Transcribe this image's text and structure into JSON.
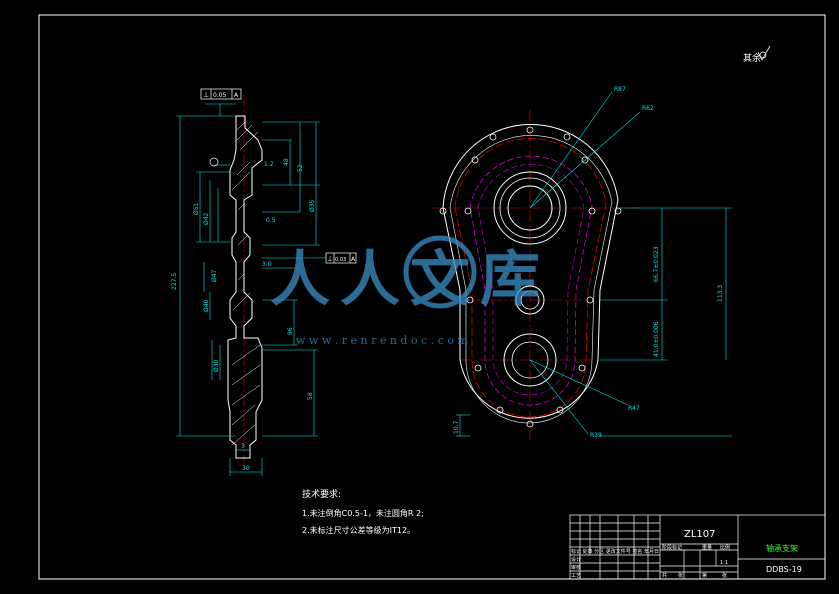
{
  "colors": {
    "background": "#000000",
    "frame": "#ffffff",
    "dimension": "#00e5e5",
    "centerline": "#e00000",
    "hidden_line": "#d000d0",
    "text_green": "#33ff33",
    "watermark": "#3a8fc8"
  },
  "roughness_corner": "其余",
  "side_view": {
    "tolerance_top": {
      "symbol": "⊥",
      "value": "0.05",
      "datum": "A"
    },
    "tolerance_mid": {
      "symbol": "⊥",
      "value": "0.03",
      "datum": "A"
    },
    "dims": {
      "overall_height": "227.5",
      "width_bottom": "30",
      "d1": "48",
      "d2": "52",
      "phi51": "Ø51",
      "phi47": "Ø47",
      "phi42": "Ø42",
      "phi40": "Ø40",
      "phi35": "Ø35",
      "phi30": "Ø30",
      "h96": "96",
      "s30": "3.0",
      "r05": "0.5",
      "r12": "1.2",
      "bottom_small": "3",
      "side_left": "58"
    }
  },
  "front_view": {
    "labels": {
      "r87": "R87",
      "r62": "R62",
      "r47": "R47",
      "r39": "R39"
    },
    "dims": {
      "v1": "66.7±0.023",
      "v2": "41.0±0.006",
      "overall": "113.3",
      "bottom": "10.7"
    }
  },
  "notes": {
    "title": "技术要求:",
    "items": [
      "1.未注倒角C0.5-1，未注圆角R 2;",
      "2.未标注尺寸公差等级为IT12。"
    ]
  },
  "title_block": {
    "project": "ZL107",
    "part_name": "轴承支架",
    "drawing_no": "DDBS-19",
    "rows": [
      "标记 处数 分区 更改文件号 签名 年月日",
      "设计",
      "审核",
      "工艺"
    ],
    "header_cells": [
      "阶段标记",
      "重量",
      "比例"
    ],
    "scale": "1:1",
    "sheet": [
      "共",
      "张",
      "第",
      "张"
    ]
  },
  "watermark": {
    "text_cn": "人人文库",
    "url": "w w w . r e n r e n d o c . c o m"
  }
}
